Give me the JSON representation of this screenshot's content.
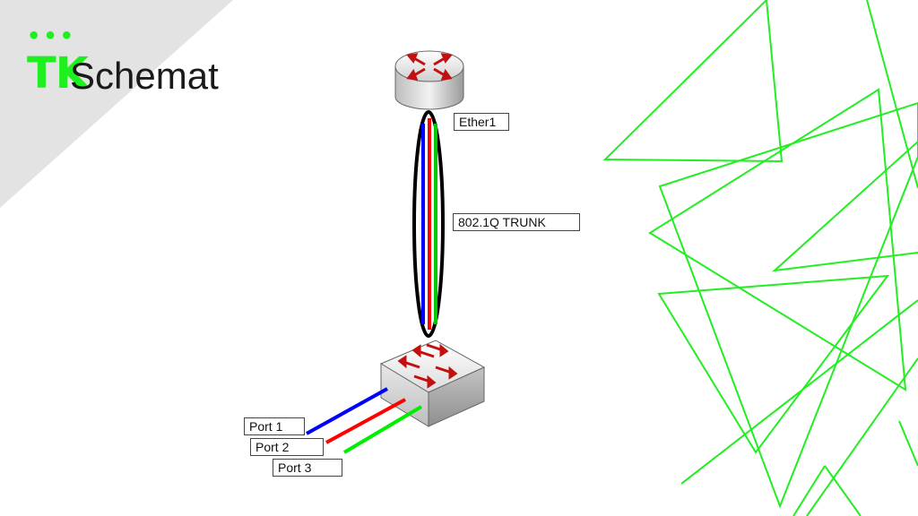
{
  "slide": {
    "title": "Schemat",
    "logo": {
      "dots": "•••",
      "letters": "TK"
    },
    "accent_color": "#1ef01e"
  },
  "diagram": {
    "nodes": [
      {
        "id": "router",
        "kind": "router",
        "label": "Ether1"
      },
      {
        "id": "switch",
        "kind": "switch"
      }
    ],
    "links": [
      {
        "from": "router",
        "to": "switch",
        "label": "802.1Q TRUNK",
        "strands": [
          "#0000ff",
          "#ff0000",
          "#00cc00"
        ]
      }
    ],
    "ports": [
      {
        "label": "Port 1",
        "color": "#0000ff"
      },
      {
        "label": "Port 2",
        "color": "#ff0000"
      },
      {
        "label": "Port 3",
        "color": "#00ee00"
      }
    ]
  }
}
